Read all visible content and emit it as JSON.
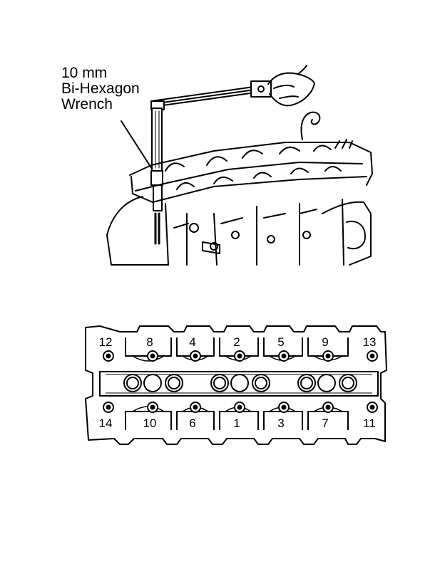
{
  "wrench_label": {
    "lines": [
      "10 mm",
      "Bi-Hexagon",
      "Wrench"
    ]
  },
  "bolt_sequence": {
    "top_row": [
      "12",
      "8",
      "4",
      "2",
      "5",
      "9",
      "13"
    ],
    "bottom_row": [
      "14",
      "10",
      "6",
      "1",
      "3",
      "7",
      "11"
    ]
  }
}
